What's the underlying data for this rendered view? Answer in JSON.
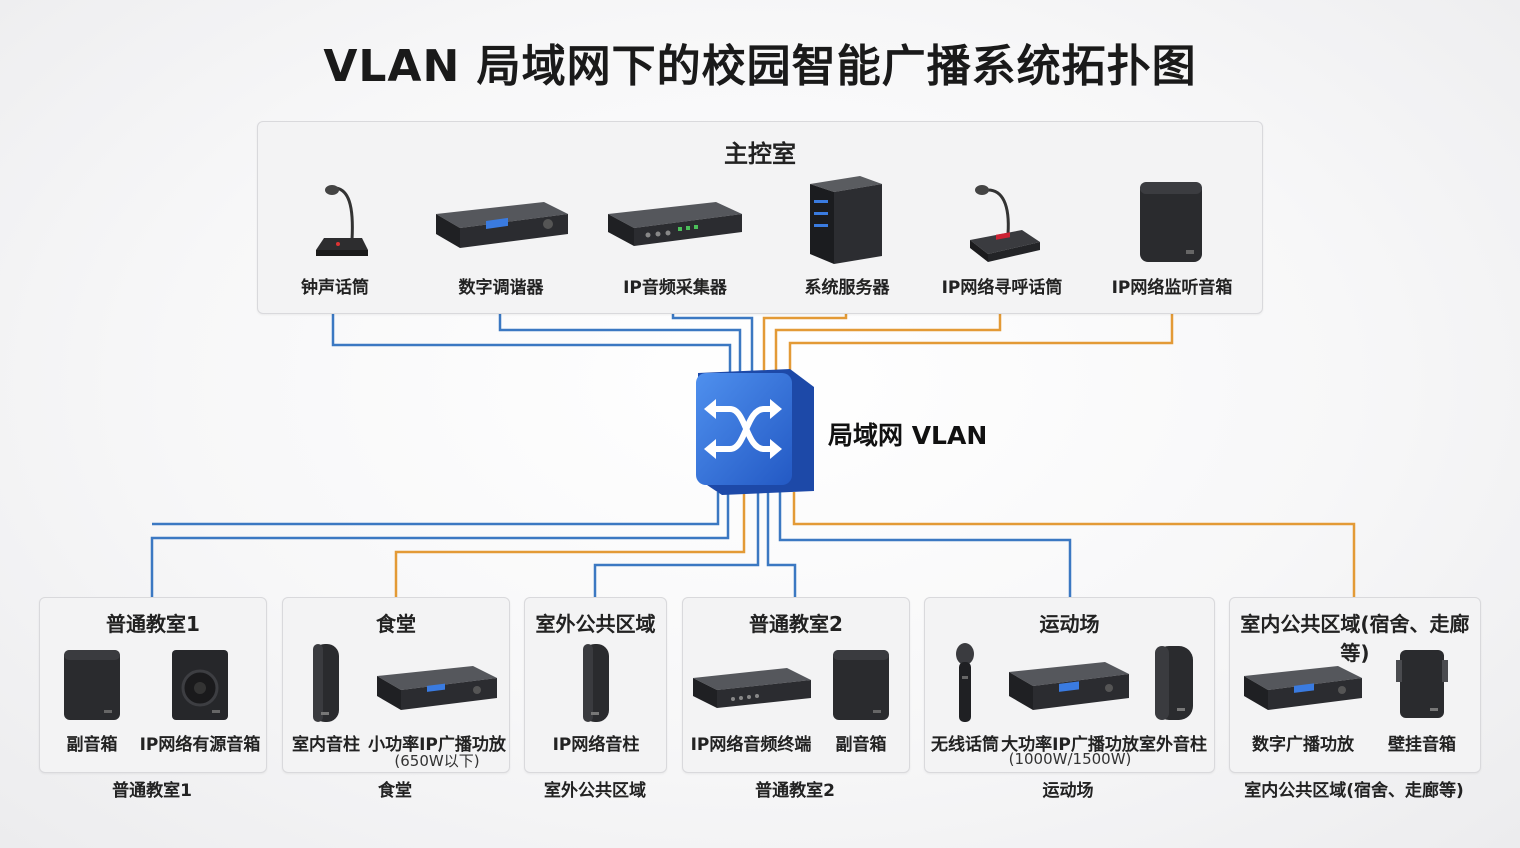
{
  "title": "VLAN 局域网下的校园智能广播系统拓扑图",
  "colors": {
    "blue_line": "#3b78c2",
    "orange_line": "#e39a36",
    "switch_blue": "#2f6fd6"
  },
  "switch": {
    "label": "局域网 VLAN",
    "icon": "network-switch-icon"
  },
  "main_room": {
    "title": "主控室",
    "devices": [
      {
        "label": "钟声话筒",
        "icon": "desk-microphone-icon"
      },
      {
        "label": "数字调谐器",
        "icon": "digital-tuner-icon"
      },
      {
        "label": "IP音频采集器",
        "icon": "audio-collector-icon"
      },
      {
        "label": "系统服务器",
        "icon": "server-tower-icon"
      },
      {
        "label": "IP网络寻呼话筒",
        "icon": "paging-microphone-icon"
      },
      {
        "label": "IP网络监听音箱",
        "icon": "monitor-speaker-icon"
      }
    ]
  },
  "zones": [
    {
      "title": "普通教室1",
      "caption": "普通教室1",
      "devices": [
        {
          "label": "副音箱",
          "sub": "",
          "icon": "speaker-icon"
        },
        {
          "label": "IP网络有源音箱",
          "sub": "",
          "icon": "active-speaker-icon"
        }
      ]
    },
    {
      "title": "食堂",
      "caption": "食堂",
      "devices": [
        {
          "label": "室内音柱",
          "sub": "",
          "icon": "column-speaker-icon"
        },
        {
          "label": "小功率IP广播功放",
          "sub": "(650W以下)",
          "icon": "amplifier-icon"
        }
      ]
    },
    {
      "title": "室外公共区域",
      "caption": "室外公共区域",
      "devices": [
        {
          "label": "IP网络音柱",
          "sub": "",
          "icon": "column-speaker-icon"
        }
      ]
    },
    {
      "title": "普通教室2",
      "caption": "普通教室2",
      "devices": [
        {
          "label": "IP网络音频终端",
          "sub": "",
          "icon": "audio-terminal-icon"
        },
        {
          "label": "副音箱",
          "sub": "",
          "icon": "speaker-icon"
        }
      ]
    },
    {
      "title": "运动场",
      "caption": "运动场",
      "devices": [
        {
          "label": "无线话筒",
          "sub": "",
          "icon": "wireless-microphone-icon"
        },
        {
          "label": "大功率IP广播功放",
          "sub": "(1000W/1500W)",
          "icon": "amplifier-icon"
        },
        {
          "label": "室外音柱",
          "sub": "",
          "icon": "outdoor-speaker-icon"
        }
      ]
    },
    {
      "title": "室内公共区域(宿舍、走廊等)",
      "caption": "室内公共区域(宿舍、走廊等)",
      "devices": [
        {
          "label": "数字广播功放",
          "sub": "",
          "icon": "amplifier-icon"
        },
        {
          "label": "壁挂音箱",
          "sub": "",
          "icon": "wall-speaker-icon"
        }
      ]
    }
  ]
}
